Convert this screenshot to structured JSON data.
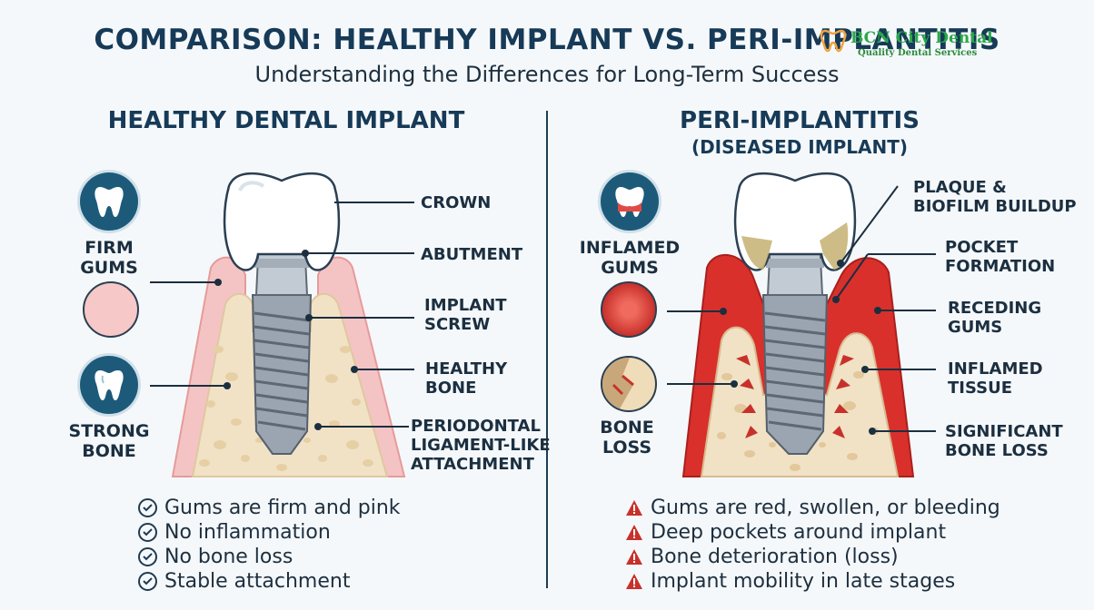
{
  "header": {
    "title": "COMPARISON: HEALTHY IMPLANT VS. PERI-IMPLANTITIS",
    "subtitle": "Understanding the Differences for Long-Term Success"
  },
  "logo": {
    "name": "BCN City Dental",
    "tagline": "Quality Dental Services"
  },
  "healthy": {
    "title": "HEALTHY DENTAL IMPLANT",
    "icon_labels": {
      "gums_line1": "FIRM",
      "gums_line2": "GUMS",
      "bone_line1": "STRONG",
      "bone_line2": "BONE"
    },
    "labels": {
      "crown": "CROWN",
      "abutment": "ABUTMENT",
      "screw_line1": "IMPLANT",
      "screw_line2": "SCREW",
      "bone_line1": "HEALTHY",
      "bone_line2": "BONE",
      "ligament_line1": "PERIODONTAL",
      "ligament_line2": "LIGAMENT-LIKE",
      "ligament_line3": "ATTACHMENT"
    },
    "checklist": [
      "Gums are firm and pink",
      "No inflammation",
      "No bone loss",
      "Stable attachment"
    ]
  },
  "diseased": {
    "title": "PERI-IMPLANTITIS",
    "subtitle": "(DISEASED IMPLANT)",
    "icon_labels": {
      "gums_line1": "INFLAMED",
      "gums_line2": "GUMS",
      "bone_line1": "BONE",
      "bone_line2": "LOSS"
    },
    "labels": {
      "plaque_line1": "PLAQUE &",
      "plaque_line2": "BIOFILM BUILDUP",
      "pocket_line1": "POCKET",
      "pocket_line2": "FORMATION",
      "receding_line1": "RECEDING",
      "receding_line2": "GUMS",
      "inflamed_line1": "INFLAMED",
      "inflamed_line2": "TISSUE",
      "boneloss_line1": "SIGNIFICANT",
      "boneloss_line2": "BONE LOSS"
    },
    "warnings": [
      "Gums are red, swollen, or bleeding",
      "Deep pockets around implant",
      "Bone deterioration (loss)",
      "Implant mobility in late stages"
    ]
  },
  "colors": {
    "navy": "#163a57",
    "healthy_gum": "#f3c2c2",
    "inflamed_gum": "#d9302c",
    "bone": "#f1e2c6",
    "warning": "#c8312b",
    "logo_green": "#2aa84a",
    "logo_orange": "#f2a23a"
  }
}
